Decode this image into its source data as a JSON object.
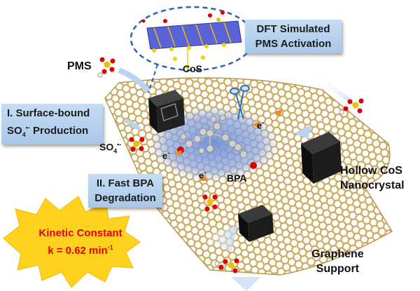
{
  "labels": {
    "dft_line1": "DFT Simulated",
    "dft_line2": "PMS Activation",
    "pms": "PMS",
    "cos": "CoS",
    "step1_line1": "I. Surface-bound",
    "step1_so4": "SO",
    "step1_sub": "4",
    "step1_sup": "•-",
    "step1_tail": " Production",
    "so4": "SO",
    "so4_sub": "4",
    "so4_sup": "•-",
    "step2_line1": "II. Fast BPA",
    "step2_line2": "Degradation",
    "bpa": "BPA",
    "electron": "e",
    "electron_sup": "-",
    "hollow_line1": "Hollow CoS",
    "hollow_line2": "Nanocrystal",
    "graphene_line1": "Graphene",
    "graphene_line2": "Support",
    "kinetic_line1": "Kinetic Constant",
    "kinetic_line2_prefix": "k = 0.62 min",
    "kinetic_line2_sup": "-1"
  },
  "colors": {
    "graphene": "#c9a85a",
    "label_box": "#b7d2ee",
    "burst": "#ffd21f",
    "kinetic_text": "#e30000",
    "cube": "#1b1b1b",
    "arrow": "#cfe2f7",
    "oxygen": "#e00000",
    "sulfur": "#e6c200",
    "cobalt_layer": "#5a63d8"
  }
}
